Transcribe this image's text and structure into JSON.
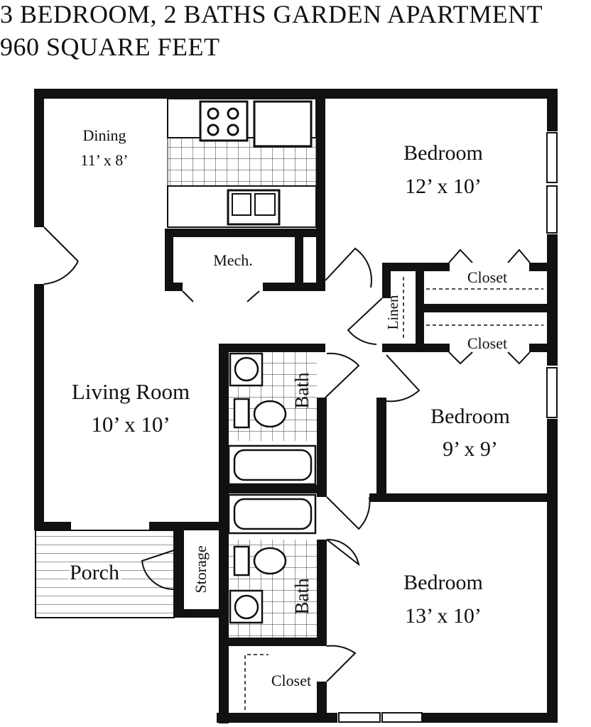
{
  "title": {
    "line1": "3 BEDROOM, 2 BATHS GARDEN APARTMENT",
    "line2": "960 SQUARE FEET"
  },
  "rooms": {
    "dining": {
      "name": "Dining",
      "size": "11’ x 8’"
    },
    "bedroom1": {
      "name": "Bedroom",
      "size": "12’ x 10’"
    },
    "mech": {
      "name": "Mech."
    },
    "closet1": {
      "name": "Closet"
    },
    "closet2": {
      "name": "Closet"
    },
    "linen": {
      "name": "Linen"
    },
    "living": {
      "name": "Living Room",
      "size": "10’ x 10’"
    },
    "bath1": {
      "name": "Bath"
    },
    "bedroom2": {
      "name": "Bedroom",
      "size": "9’ x 9’"
    },
    "porch": {
      "name": "Porch"
    },
    "storage": {
      "name": "Storage"
    },
    "bath2": {
      "name": "Bath"
    },
    "bedroom3": {
      "name": "Bedroom",
      "size": "13’ x 10’"
    },
    "closet3": {
      "name": "Closet"
    }
  }
}
